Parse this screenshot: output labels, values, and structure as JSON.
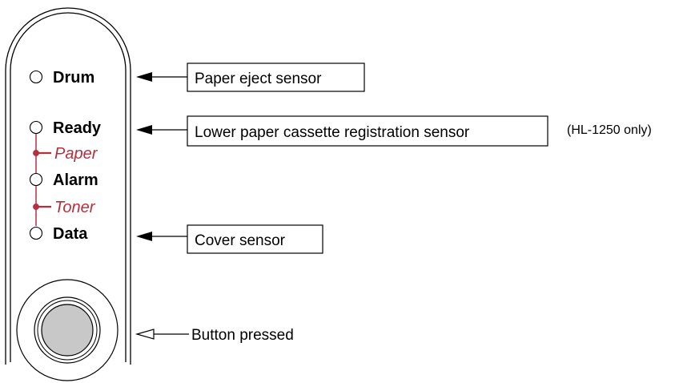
{
  "colors": {
    "outline": "#000000",
    "accent": "#b5303f",
    "button_fill": "#c8c8c8"
  },
  "panel": {
    "leds": [
      {
        "label": "Drum"
      },
      {
        "label": "Ready"
      },
      {
        "label": "Alarm"
      },
      {
        "label": "Data"
      }
    ],
    "sub_labels": [
      {
        "label": "Paper"
      },
      {
        "label": "Toner"
      }
    ]
  },
  "callouts": {
    "paper_eject": "Paper eject sensor",
    "lower_cassette": "Lower paper cassette registration sensor",
    "lower_cassette_note": "(HL-1250 only)",
    "cover": "Cover sensor",
    "button_pressed": "Button pressed"
  }
}
